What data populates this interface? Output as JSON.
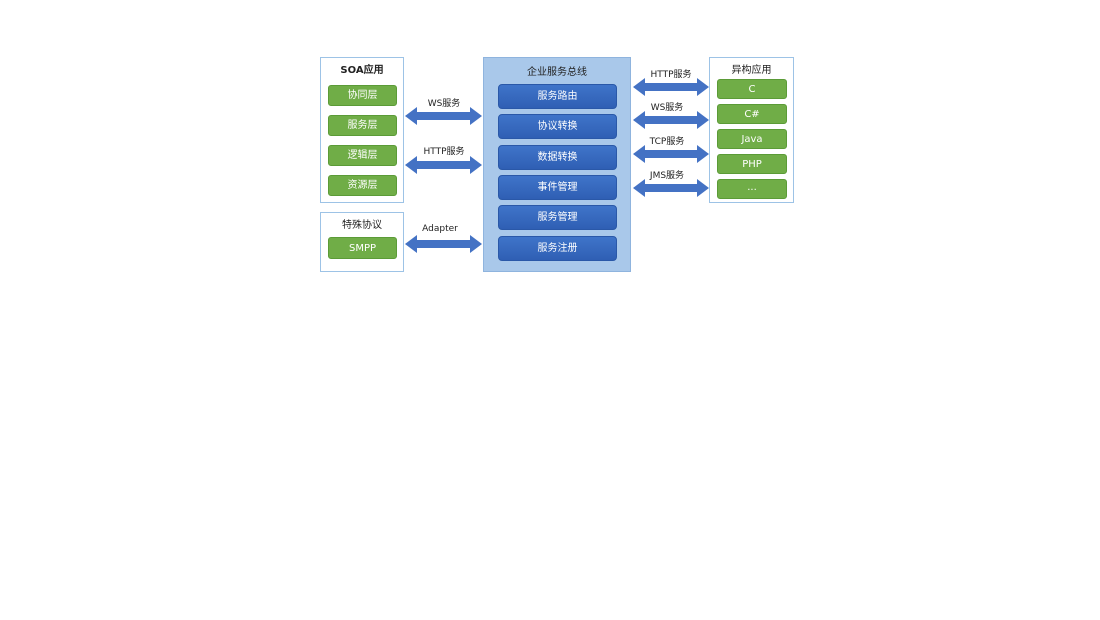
{
  "soa": {
    "title": "SOA应用",
    "items": [
      "协同层",
      "服务层",
      "逻辑层",
      "资源层"
    ]
  },
  "special": {
    "title": "特殊协议",
    "items": [
      "SMPP"
    ]
  },
  "bus": {
    "title": "企业服务总线",
    "items": [
      "服务路由",
      "协议转换",
      "数据转换",
      "事件管理",
      "服务管理",
      "服务注册"
    ]
  },
  "hetero": {
    "title": "异构应用",
    "items": [
      "C",
      "C#",
      "Java",
      "PHP",
      "..."
    ]
  },
  "left_arrows": [
    "WS服务",
    "HTTP服务",
    "Adapter"
  ],
  "right_arrows": [
    "HTTP服务",
    "WS服务",
    "TCP服务",
    "JMS服务"
  ],
  "colors": {
    "green": "#70ad47",
    "blue": "#2f5fb4",
    "bus": "#a9c8ea",
    "arrow": "#4472c4",
    "border": "#9dc3e6"
  }
}
